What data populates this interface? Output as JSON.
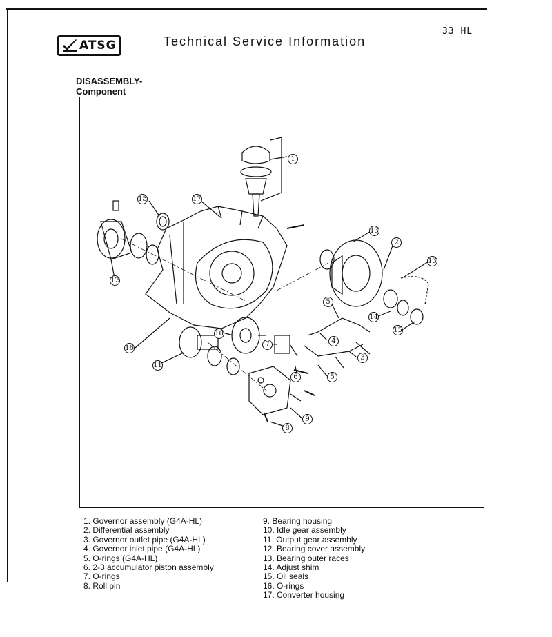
{
  "header": {
    "logo_text": "ATSG",
    "logo_icon": "check-mark-icon",
    "title": "Technical Service Information",
    "page_number": "33 HL"
  },
  "section": {
    "heading_line1": "DISASSEMBLY-",
    "heading_line2": "Component"
  },
  "figure": {
    "callouts": [
      {
        "id": "c1",
        "label": "1"
      },
      {
        "id": "c2",
        "label": "2"
      },
      {
        "id": "c3",
        "label": "3"
      },
      {
        "id": "c4",
        "label": "4"
      },
      {
        "id": "c5a",
        "label": "5"
      },
      {
        "id": "c5b",
        "label": "5"
      },
      {
        "id": "c6",
        "label": "6"
      },
      {
        "id": "c7",
        "label": "7"
      },
      {
        "id": "c8",
        "label": "8"
      },
      {
        "id": "c9",
        "label": "9"
      },
      {
        "id": "c10",
        "label": "10"
      },
      {
        "id": "c11",
        "label": "11"
      },
      {
        "id": "c12",
        "label": "12"
      },
      {
        "id": "c13a",
        "label": "13"
      },
      {
        "id": "c13b",
        "label": "13"
      },
      {
        "id": "c14",
        "label": "14"
      },
      {
        "id": "c15a",
        "label": "15"
      },
      {
        "id": "c15b",
        "label": "15"
      },
      {
        "id": "c16",
        "label": "16"
      },
      {
        "id": "c17",
        "label": "17"
      }
    ]
  },
  "legend": {
    "left": [
      "1. Governor assembly (G4A-HL)",
      "2. Differential assembly",
      "3. Governor outlet pipe (G4A-HL)",
      "4. Governor inlet pipe (G4A-HL)",
      "5. O-rings (G4A-HL)",
      "6. 2-3 accumulator piston assembly",
      "7. O-rings",
      "8. Roll pin"
    ],
    "right": [
      "9. Bearing housing",
      "10. Idle gear assembly",
      "11. Output gear assembly",
      "12. Bearing cover assembly",
      "13. Bearing outer races",
      "14. Adjust shim",
      "15. Oil seals",
      "16. O-rings",
      "17. Converter housing"
    ]
  }
}
